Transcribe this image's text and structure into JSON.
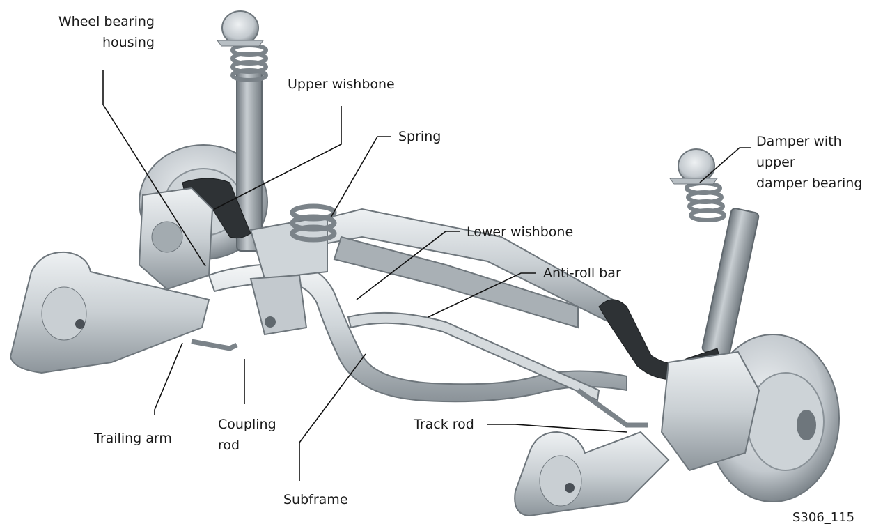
{
  "colors": {
    "metal_light": "#dfe3e6",
    "metal_mid": "#b9c0c5",
    "metal_dark": "#7f878d",
    "rubber": "#2e3235",
    "leader_line": "#111111",
    "text": "#1a1a1a"
  },
  "labels": {
    "wheel_bearing_housing": [
      "Wheel bearing",
      "housing"
    ],
    "upper_wishbone": "Upper wishbone",
    "spring": "Spring",
    "damper": [
      "Damper with",
      "upper",
      "damper bearing"
    ],
    "lower_wishbone": "Lower wishbone",
    "anti_roll_bar": "Anti-roll bar",
    "trailing_arm": "Trailing arm",
    "coupling_rod": [
      "Coupling",
      "rod"
    ],
    "track_rod": "Track rod",
    "subframe": "Subframe"
  },
  "figure_code": "S306_115"
}
